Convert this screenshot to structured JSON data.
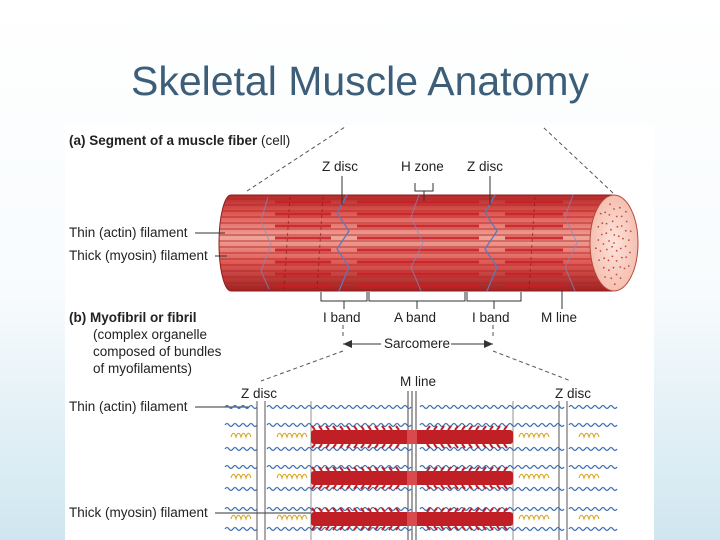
{
  "slide": {
    "title": "Skeletal Muscle Anatomy"
  },
  "panel_a": {
    "heading_bold": "(a) Segment of a muscle fiber",
    "heading_rest": " (cell)",
    "z_disc_left": "Z disc",
    "h_zone": "H zone",
    "z_disc_right": "Z disc",
    "thin_filament": "Thin (actin) filament",
    "thick_filament": "Thick (myosin) filament",
    "i_band_left": "I band",
    "a_band": "A band",
    "i_band_right": "I band",
    "m_line": "M line"
  },
  "panel_b": {
    "heading_bold": "(b) Myofibril or fibril",
    "desc_line1": "(complex organelle",
    "desc_line2": "composed of bundles",
    "desc_line3": "of myofilaments)",
    "sarcomere": "Sarcomere",
    "m_line": "M line",
    "z_disc_left": "Z disc",
    "z_disc_right": "Z disc",
    "thin_filament": "Thin (actin) filament",
    "thick_filament": "Thick (myosin) filament"
  },
  "colors": {
    "title": "#3d5e78",
    "fiber_red": "#d84444",
    "myosin_red": "#c01f26",
    "actin_blue": "#3f6fb0",
    "titin_yellow": "#d9a520"
  }
}
